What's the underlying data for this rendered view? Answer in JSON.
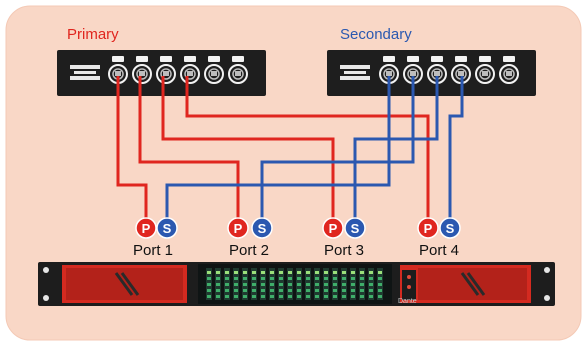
{
  "switches": {
    "primary": {
      "label": "Primary",
      "color": "#e0261f"
    },
    "secondary": {
      "label": "Secondary",
      "color": "#2b58b0"
    }
  },
  "badges": {
    "primary_letter": "P",
    "secondary_letter": "S"
  },
  "ports": [
    {
      "label": "Port 1"
    },
    {
      "label": "Port 2"
    },
    {
      "label": "Port 3"
    },
    {
      "label": "Port 4"
    }
  ],
  "device": {
    "brand_text": "Dante"
  },
  "colors": {
    "panel_background": "#f9d7c6",
    "switch_body": "#1e1e1e",
    "device_red": "#d42a20",
    "primary_cable": "#e0261f",
    "secondary_cable": "#2b58b0"
  }
}
